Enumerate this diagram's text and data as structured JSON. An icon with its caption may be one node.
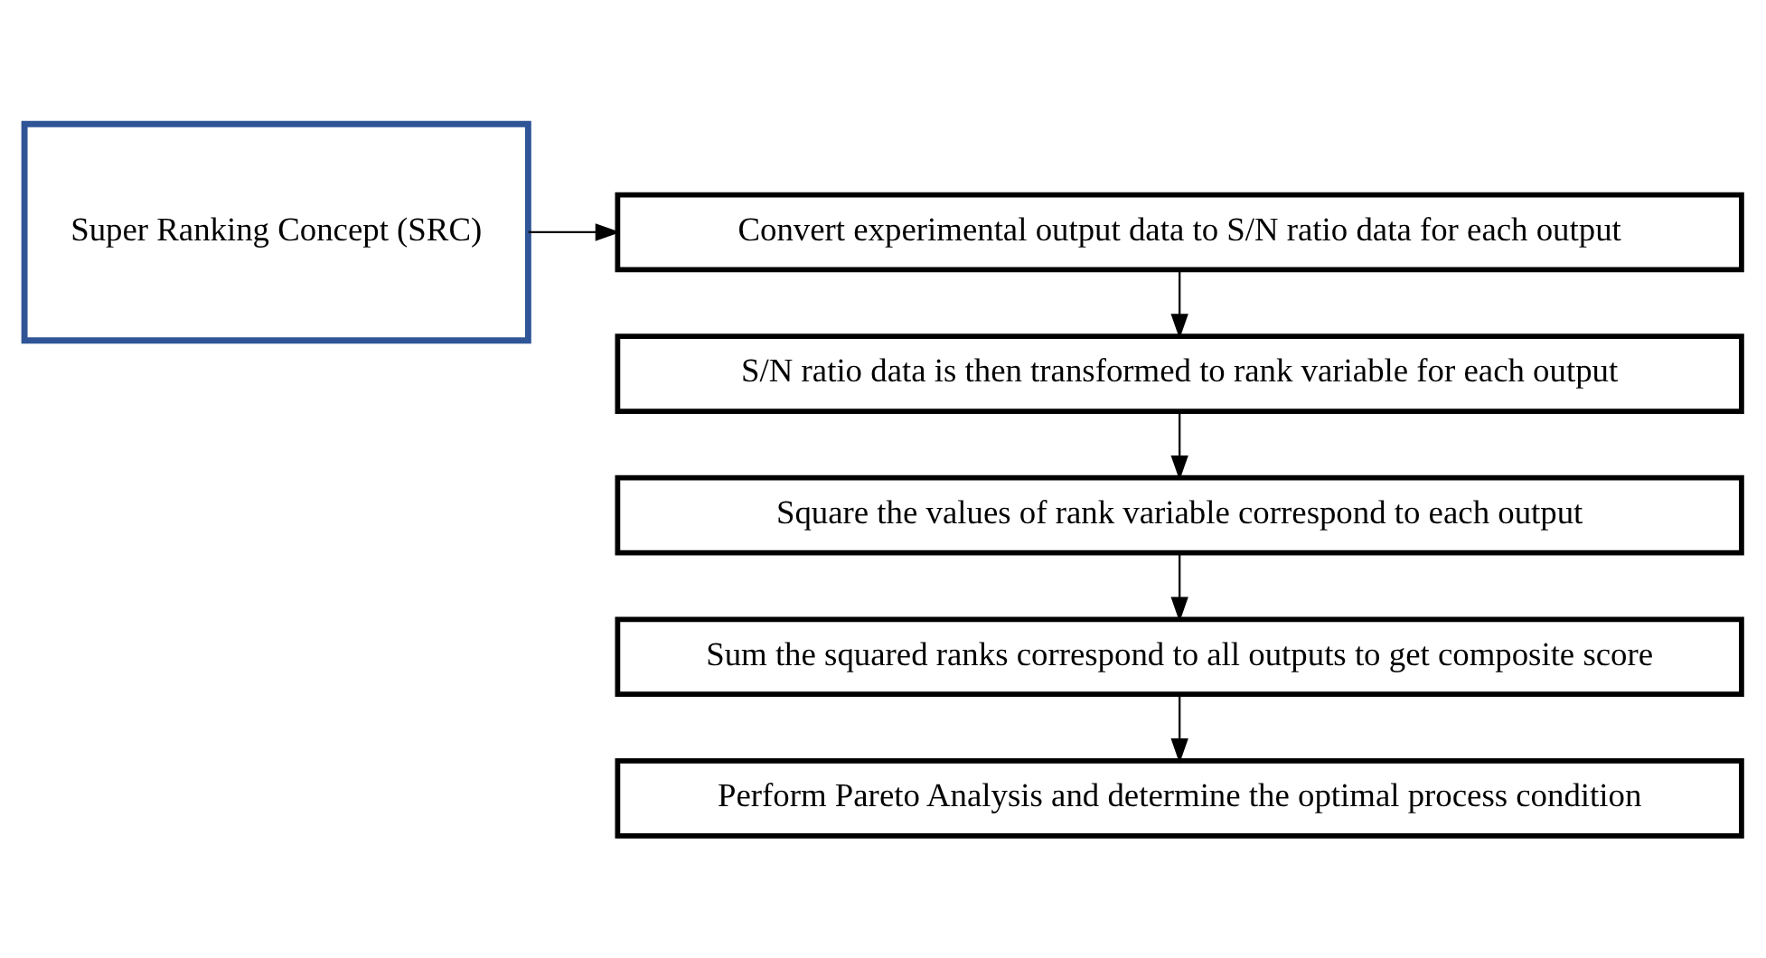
{
  "diagram": {
    "nodes": [
      {
        "text": [
          "Super Ranking Concept (SRC)"
        ]
      },
      {
        "text": [
          "Convert experimental output data to S/N ratio data for each output"
        ]
      },
      {
        "text": [
          "S/N ratio data is then transformed to rank variable for each output"
        ]
      },
      {
        "text": [
          "Square the values of rank variable correspond to each output"
        ]
      },
      {
        "text": [
          "Sum the squared ranks correspond to all outputs to get composite score"
        ]
      },
      {
        "text": [
          "Perform Pareto Analysis and determine the optimal process condition"
        ]
      }
    ],
    "edges": [
      {
        "from": 0,
        "to": 1,
        "arrow": "to"
      },
      {
        "from": 1,
        "to": 2,
        "arrow": "to"
      },
      {
        "from": 2,
        "to": 3,
        "arrow": "to"
      },
      {
        "from": 3,
        "to": 4,
        "arrow": "to"
      },
      {
        "from": 4,
        "to": 5,
        "arrow": "to"
      }
    ]
  }
}
